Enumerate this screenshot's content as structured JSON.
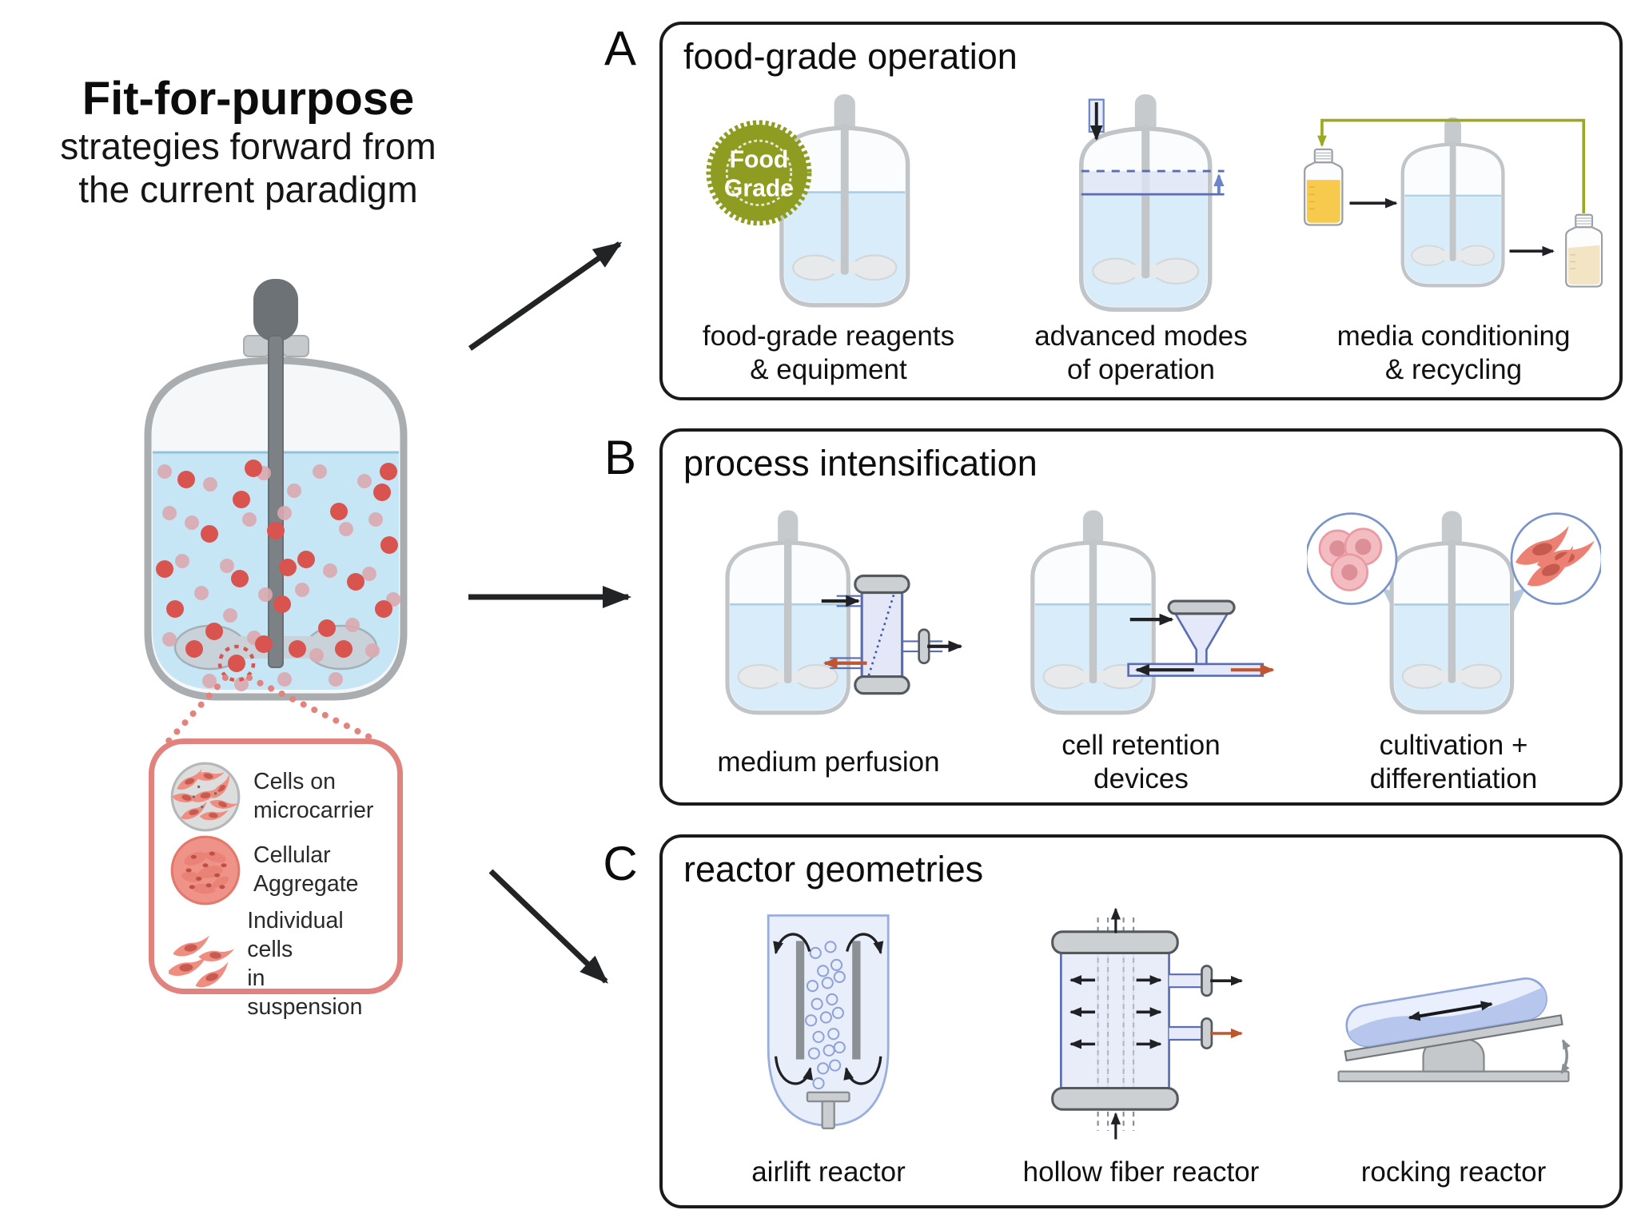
{
  "figure": {
    "title_bold": "Fit-for-purpose",
    "title_line2": "strategies forward from",
    "title_line3": "the current paradigm"
  },
  "badge": {
    "line1": "Food",
    "line2": "Grade"
  },
  "legend": {
    "items": [
      {
        "icon": "cells-on-microcarrier-icon",
        "line1": "Cells on",
        "line2": "microcarrier"
      },
      {
        "icon": "cellular-aggregate-icon",
        "line1": "Cellular",
        "line2": "Aggregate"
      },
      {
        "icon": "individual-cells-icon",
        "line1": "Individual cells",
        "line2": "in suspension"
      }
    ]
  },
  "panels": [
    {
      "letter": "A",
      "title": "food-grade operation",
      "items": [
        {
          "icon": "food-grade-bioreactor-icon",
          "line1": "food-grade reagents",
          "line2": "& equipment"
        },
        {
          "icon": "advanced-operation-bioreactor-icon",
          "line1": "advanced modes",
          "line2": "of operation"
        },
        {
          "icon": "media-recycling-bioreactor-icon",
          "line1": "media conditioning",
          "line2": "& recycling"
        }
      ]
    },
    {
      "letter": "B",
      "title": "process intensification",
      "items": [
        {
          "icon": "medium-perfusion-bioreactor-icon",
          "line1": "medium perfusion",
          "line2": ""
        },
        {
          "icon": "cell-retention-bioreactor-icon",
          "line1": "cell retention",
          "line2": "devices"
        },
        {
          "icon": "cultivation-differentiation-icon",
          "line1": "cultivation +",
          "line2": "differentiation"
        }
      ]
    },
    {
      "letter": "C",
      "title": "reactor geometries",
      "items": [
        {
          "icon": "airlift-reactor-icon",
          "line1": "airlift reactor",
          "line2": ""
        },
        {
          "icon": "hollow-fiber-reactor-icon",
          "line1": "hollow fiber reactor",
          "line2": ""
        },
        {
          "icon": "rocking-reactor-icon",
          "line1": "rocking reactor",
          "line2": ""
        }
      ]
    }
  ],
  "colors": {
    "badge_olive": "#8e9c22",
    "recycle_olive": "#9aa824",
    "flow_blue": "#5a6db3",
    "flow_red": "#bf5531",
    "cell_red": "#d9544e",
    "cell_pink": "#dcaab1",
    "liquid_blue": "#c7e6f5",
    "legend_border": "#e0837f",
    "panel_border": "#1a1a1a"
  }
}
